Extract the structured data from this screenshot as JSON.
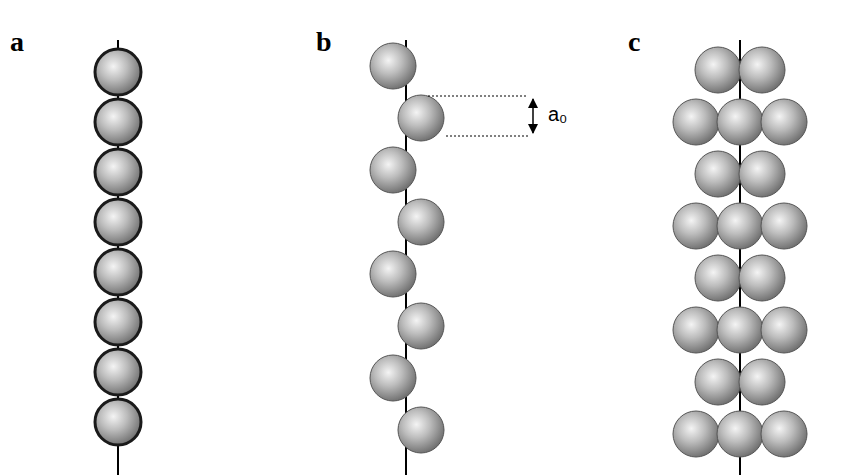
{
  "diagram": {
    "labels": [
      "a",
      "b",
      "c",
      "a₀"
    ]
  }
}
